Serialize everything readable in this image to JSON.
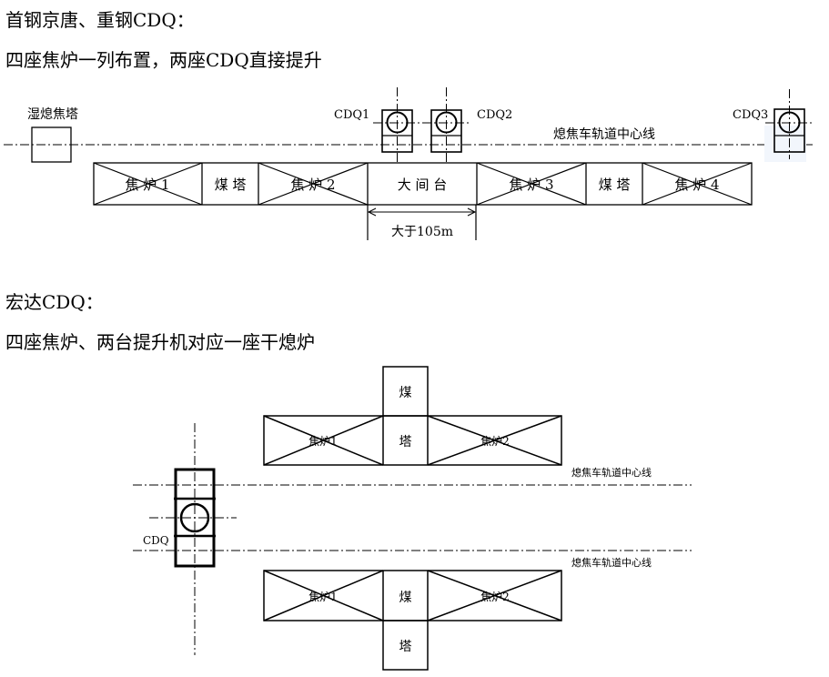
{
  "section1": {
    "title": "首钢京唐、重钢CDQ：",
    "subtitle": "四座焦炉一列布置，两座CDQ直接提升",
    "diagram": {
      "wet_quench_tower": "湿熄焦塔",
      "track_centerline": "熄焦车轨道中心线",
      "cdq_labels": [
        "CDQ1",
        "CDQ2",
        "CDQ3"
      ],
      "blocks": [
        {
          "label": "焦 炉 1",
          "type": "coke-oven"
        },
        {
          "label": "煤 塔",
          "type": "coal-tower"
        },
        {
          "label": "焦 炉 2",
          "type": "coke-oven"
        },
        {
          "label": "大 间 台",
          "type": "gap-platform"
        },
        {
          "label": "焦 炉 3",
          "type": "coke-oven"
        },
        {
          "label": "煤 塔",
          "type": "coal-tower"
        },
        {
          "label": "焦 炉 4",
          "type": "coke-oven"
        }
      ],
      "dimension_label": "大于105m"
    }
  },
  "section2": {
    "title": "宏达CDQ：",
    "subtitle": "四座焦炉、两台提升机对应一座干熄炉",
    "diagram": {
      "cdq_label": "CDQ",
      "track_centerline_top": "熄焦车轨道中心线",
      "track_centerline_bottom": "熄焦车轨道中心线",
      "upper_battery": {
        "oven_left": "焦炉1",
        "coal_tower_top": "煤",
        "coal_tower_bottom": "塔",
        "oven_right": "焦炉2"
      },
      "lower_battery": {
        "oven_left": "焦炉1",
        "coal_tower_top": "煤",
        "coal_tower_bottom": "塔",
        "oven_right": "焦炉2"
      }
    }
  }
}
